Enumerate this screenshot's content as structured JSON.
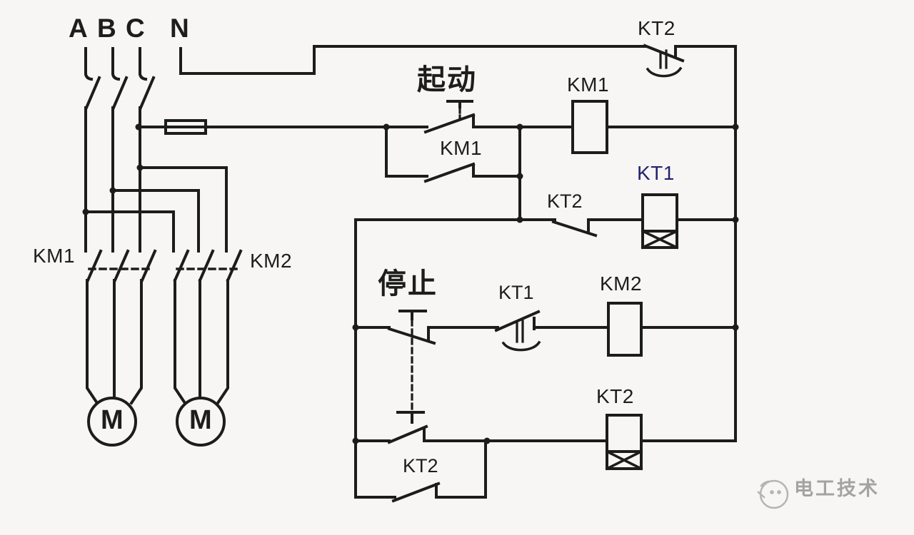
{
  "canvas": {
    "background": "#f7f6f4",
    "line_color": "#1c1c1c"
  },
  "power": {
    "phases": [
      "A",
      "B",
      "C",
      "N"
    ],
    "km1_contacts_label": "KM1",
    "km2_contacts_label": "KM2",
    "motor1_label": "M",
    "motor2_label": "M"
  },
  "control": {
    "start_button_label": "起动",
    "stop_button_label": "停止",
    "kt2_delay_nc_contact_label": "KT2",
    "km1_aux_contact_label": "KM1",
    "km1_coil_label": "KM1",
    "kt2_nc_contact_label": "KT2",
    "kt1_coil_label": "KT1",
    "kt1_coil_color": "#232370",
    "kt1_delay_contact_label": "KT1",
    "km2_coil_label": "KM2",
    "kt2_linked_contact_label": "KT2",
    "kt2_coil_label": "KT2"
  },
  "watermark": {
    "text": "电工技术",
    "color": "#a3a3a3"
  }
}
